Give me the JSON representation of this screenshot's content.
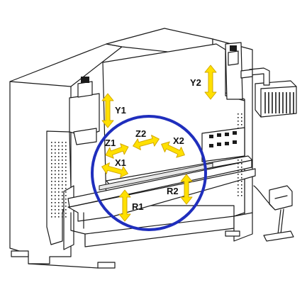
{
  "colors": {
    "arrow_fill": "#ffe000",
    "arrow_stroke": "#d2a800",
    "circle_stroke": "#1f2ebd",
    "line": "#1a1a1a"
  },
  "axes": {
    "y1": "Y1",
    "y2": "Y2",
    "z1": "Z1",
    "z2": "Z2",
    "x1": "X1",
    "x2": "X2",
    "r1": "R1",
    "r2": "R2"
  }
}
